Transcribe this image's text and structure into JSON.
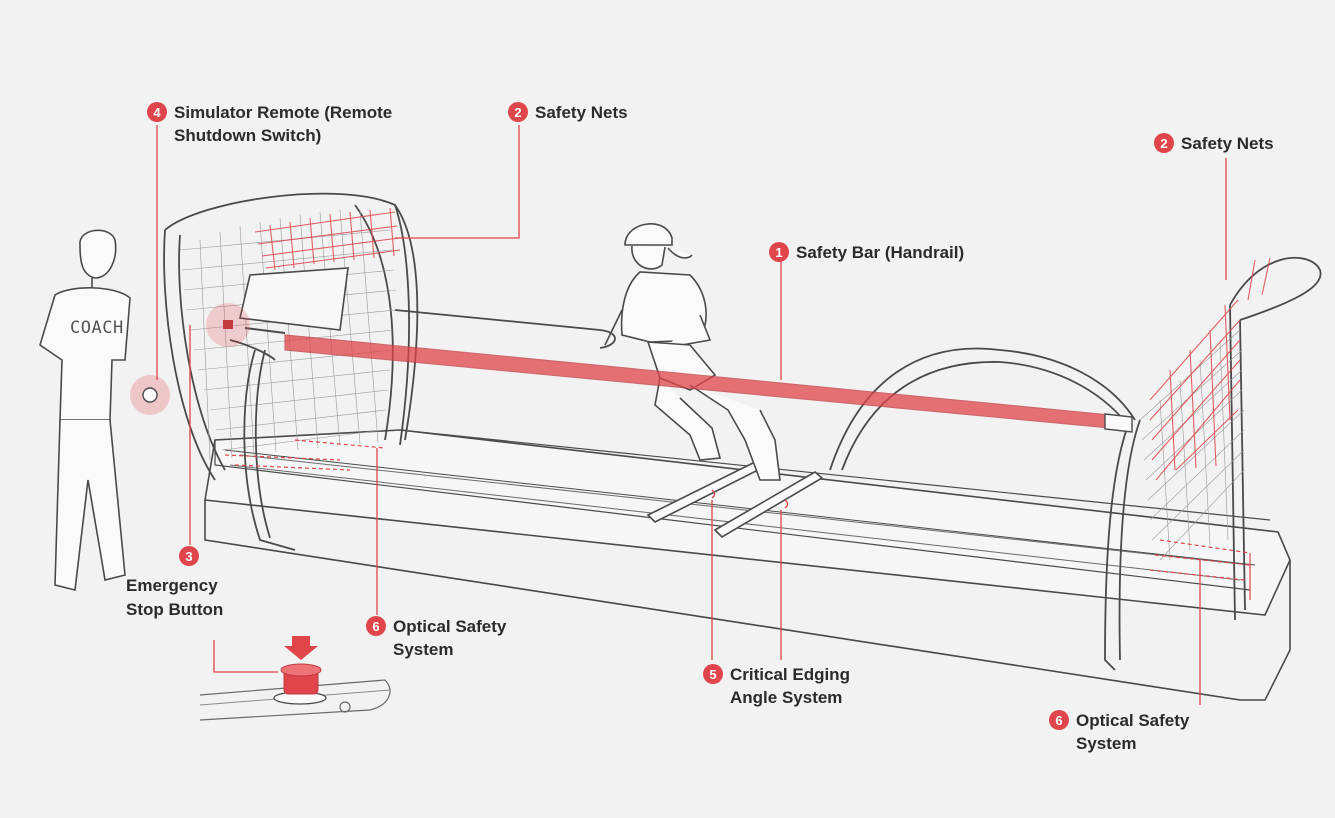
{
  "accent_color": "#e0454b",
  "line_color": "#4a4a4a",
  "background": "#f2f2f2",
  "callouts": {
    "remote": {
      "num": "4",
      "label": "Simulator Remote (Remote\nShutdown Switch)"
    },
    "nets_left": {
      "num": "2",
      "label": "Safety Nets"
    },
    "nets_right": {
      "num": "2",
      "label": "Safety Nets"
    },
    "safety_bar": {
      "num": "1",
      "label": "Safety Bar (Handrail)"
    },
    "estop": {
      "num": "3",
      "label": "Emergency\nStop Button"
    },
    "optical_left": {
      "num": "6",
      "label": "Optical Safety\nSystem"
    },
    "edging": {
      "num": "5",
      "label": "Critical Edging\nAngle System"
    },
    "optical_right": {
      "num": "6",
      "label": "Optical Safety\nSystem"
    }
  },
  "figures": {
    "coach_shirt": "COACH"
  }
}
